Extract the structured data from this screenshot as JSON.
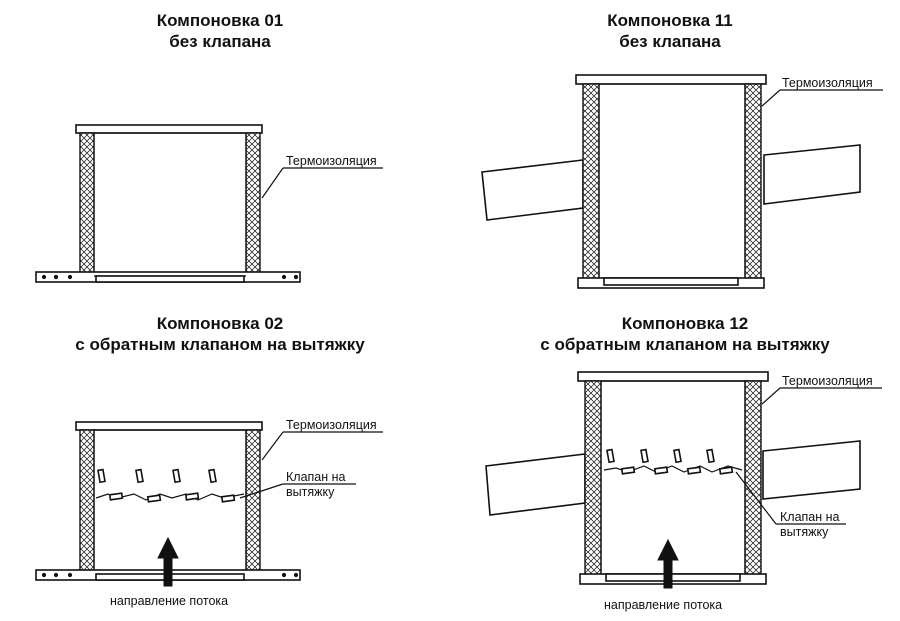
{
  "layouts": [
    {
      "id": "01",
      "title": "Компоновка 01",
      "subtitle": "без клапана",
      "labels": [
        "Термоизоляция"
      ]
    },
    {
      "id": "11",
      "title": "Компоновка 11",
      "subtitle": "без клапана",
      "labels": [
        "Термоизоляция"
      ]
    },
    {
      "id": "02",
      "title": "Компоновка 02",
      "subtitle": "с обратным клапаном на вытяжку",
      "labels": [
        "Термоизоляция",
        "Клапан на",
        "вытяжку",
        "направление потока"
      ]
    },
    {
      "id": "12",
      "title": "Компоновка 12",
      "subtitle": "с обратным клапаном на вытяжку",
      "labels": [
        "Термоизоляция",
        "Клапан на",
        "вытяжку",
        "направление потока"
      ]
    }
  ]
}
